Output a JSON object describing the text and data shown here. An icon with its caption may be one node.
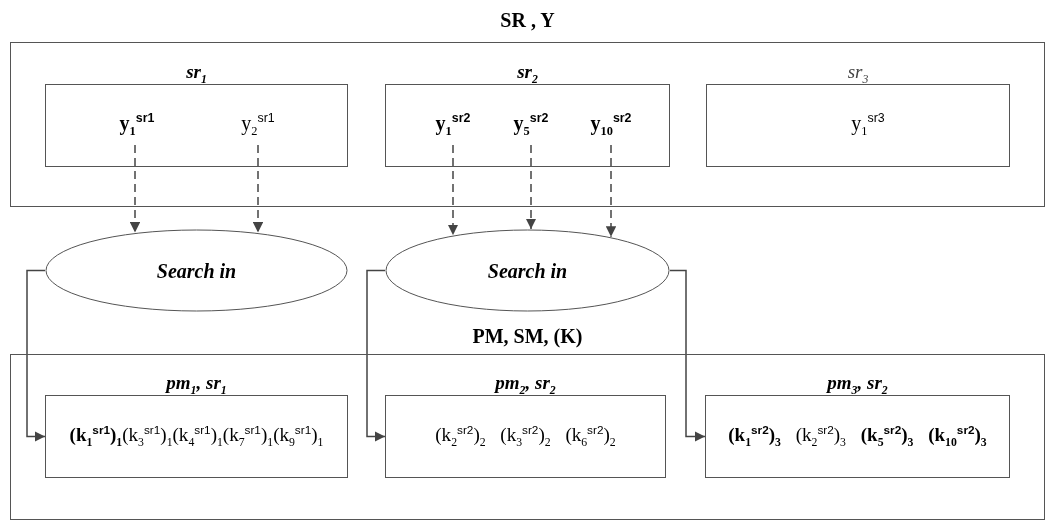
{
  "diagram": {
    "nodes": [
      {
        "text": [
          "SR , Y"
        ]
      },
      {
        "text": [
          "sr$_{1}$"
        ],
        "in": 0
      },
      {
        "text": [
          "**y$_{1}$$^{sr1}$**"
        ],
        "in": 1
      },
      {
        "text": [
          "y$_{2}$$^{sr1}$"
        ],
        "in": 1
      },
      {
        "text": [
          "sr$_{2}$"
        ],
        "in": 0
      },
      {
        "text": [
          "**y$_{1}$$^{sr2}$**"
        ],
        "in": 4
      },
      {
        "text": [
          "**y$_{5}$$^{sr2}$**"
        ],
        "in": 4
      },
      {
        "text": [
          "**y$_{10}$$^{sr2}$**"
        ],
        "in": 4
      },
      {
        "text": [
          "sr$_{3}$"
        ],
        "in": 0
      },
      {
        "text": [
          "y$_{1}$$^{sr3}$"
        ],
        "in": 8
      },
      {
        "text": [
          "Search in"
        ]
      },
      {
        "text": [
          "Search in"
        ]
      },
      {
        "text": [
          "PM, SM, (K)"
        ]
      },
      {
        "text": [
          "pm$_{1}$, sr$_{1}$",
          "**(k$_{1}$$^{sr1}$)$_{1}$**(k$_{3}$$^{sr1}$)$_{1}$(k$_{4}$$^{sr1}$)$_{1}$(k$_{7}$$^{sr1}$)$_{1}$(k$_{9}$$^{sr1}$)$_{1}$"
        ],
        "in": 12
      },
      {
        "text": [
          "pm$_{2}$, sr$_{2}$",
          "(k$_{2}$$^{sr2}$)$_{2}$ (k$_{3}$$^{sr2}$)$_{2}$ (k$_{6}$$^{sr2}$)$_{2}$"
        ],
        "in": 12
      },
      {
        "text": [
          "pm$_{3}$, sr$_{2}$",
          "**(k$_{1}$$^{sr2}$)$_{3}$** (k$_{2}$$^{sr2}$)$_{3}$ **(k$_{5}$$^{sr2}$)$_{3}$** **(k$_{10}$$^{sr2}$)$_{3}$**"
        ],
        "in": 12
      }
    ],
    "edges": [
      {
        "from": 2,
        "to": 10,
        "arrow": "to",
        "style": "dashed"
      },
      {
        "from": 3,
        "to": 10,
        "arrow": "to",
        "style": "dashed"
      },
      {
        "from": 5,
        "to": 11,
        "arrow": "to",
        "style": "dashed"
      },
      {
        "from": 6,
        "to": 11,
        "arrow": "to",
        "style": "dashed"
      },
      {
        "from": 7,
        "to": 11,
        "arrow": "to",
        "style": "dashed"
      },
      {
        "from": 10,
        "to": 13,
        "arrow": "to"
      },
      {
        "from": 11,
        "to": 14,
        "arrow": "to"
      },
      {
        "from": 11,
        "to": 15,
        "arrow": "to"
      }
    ]
  }
}
